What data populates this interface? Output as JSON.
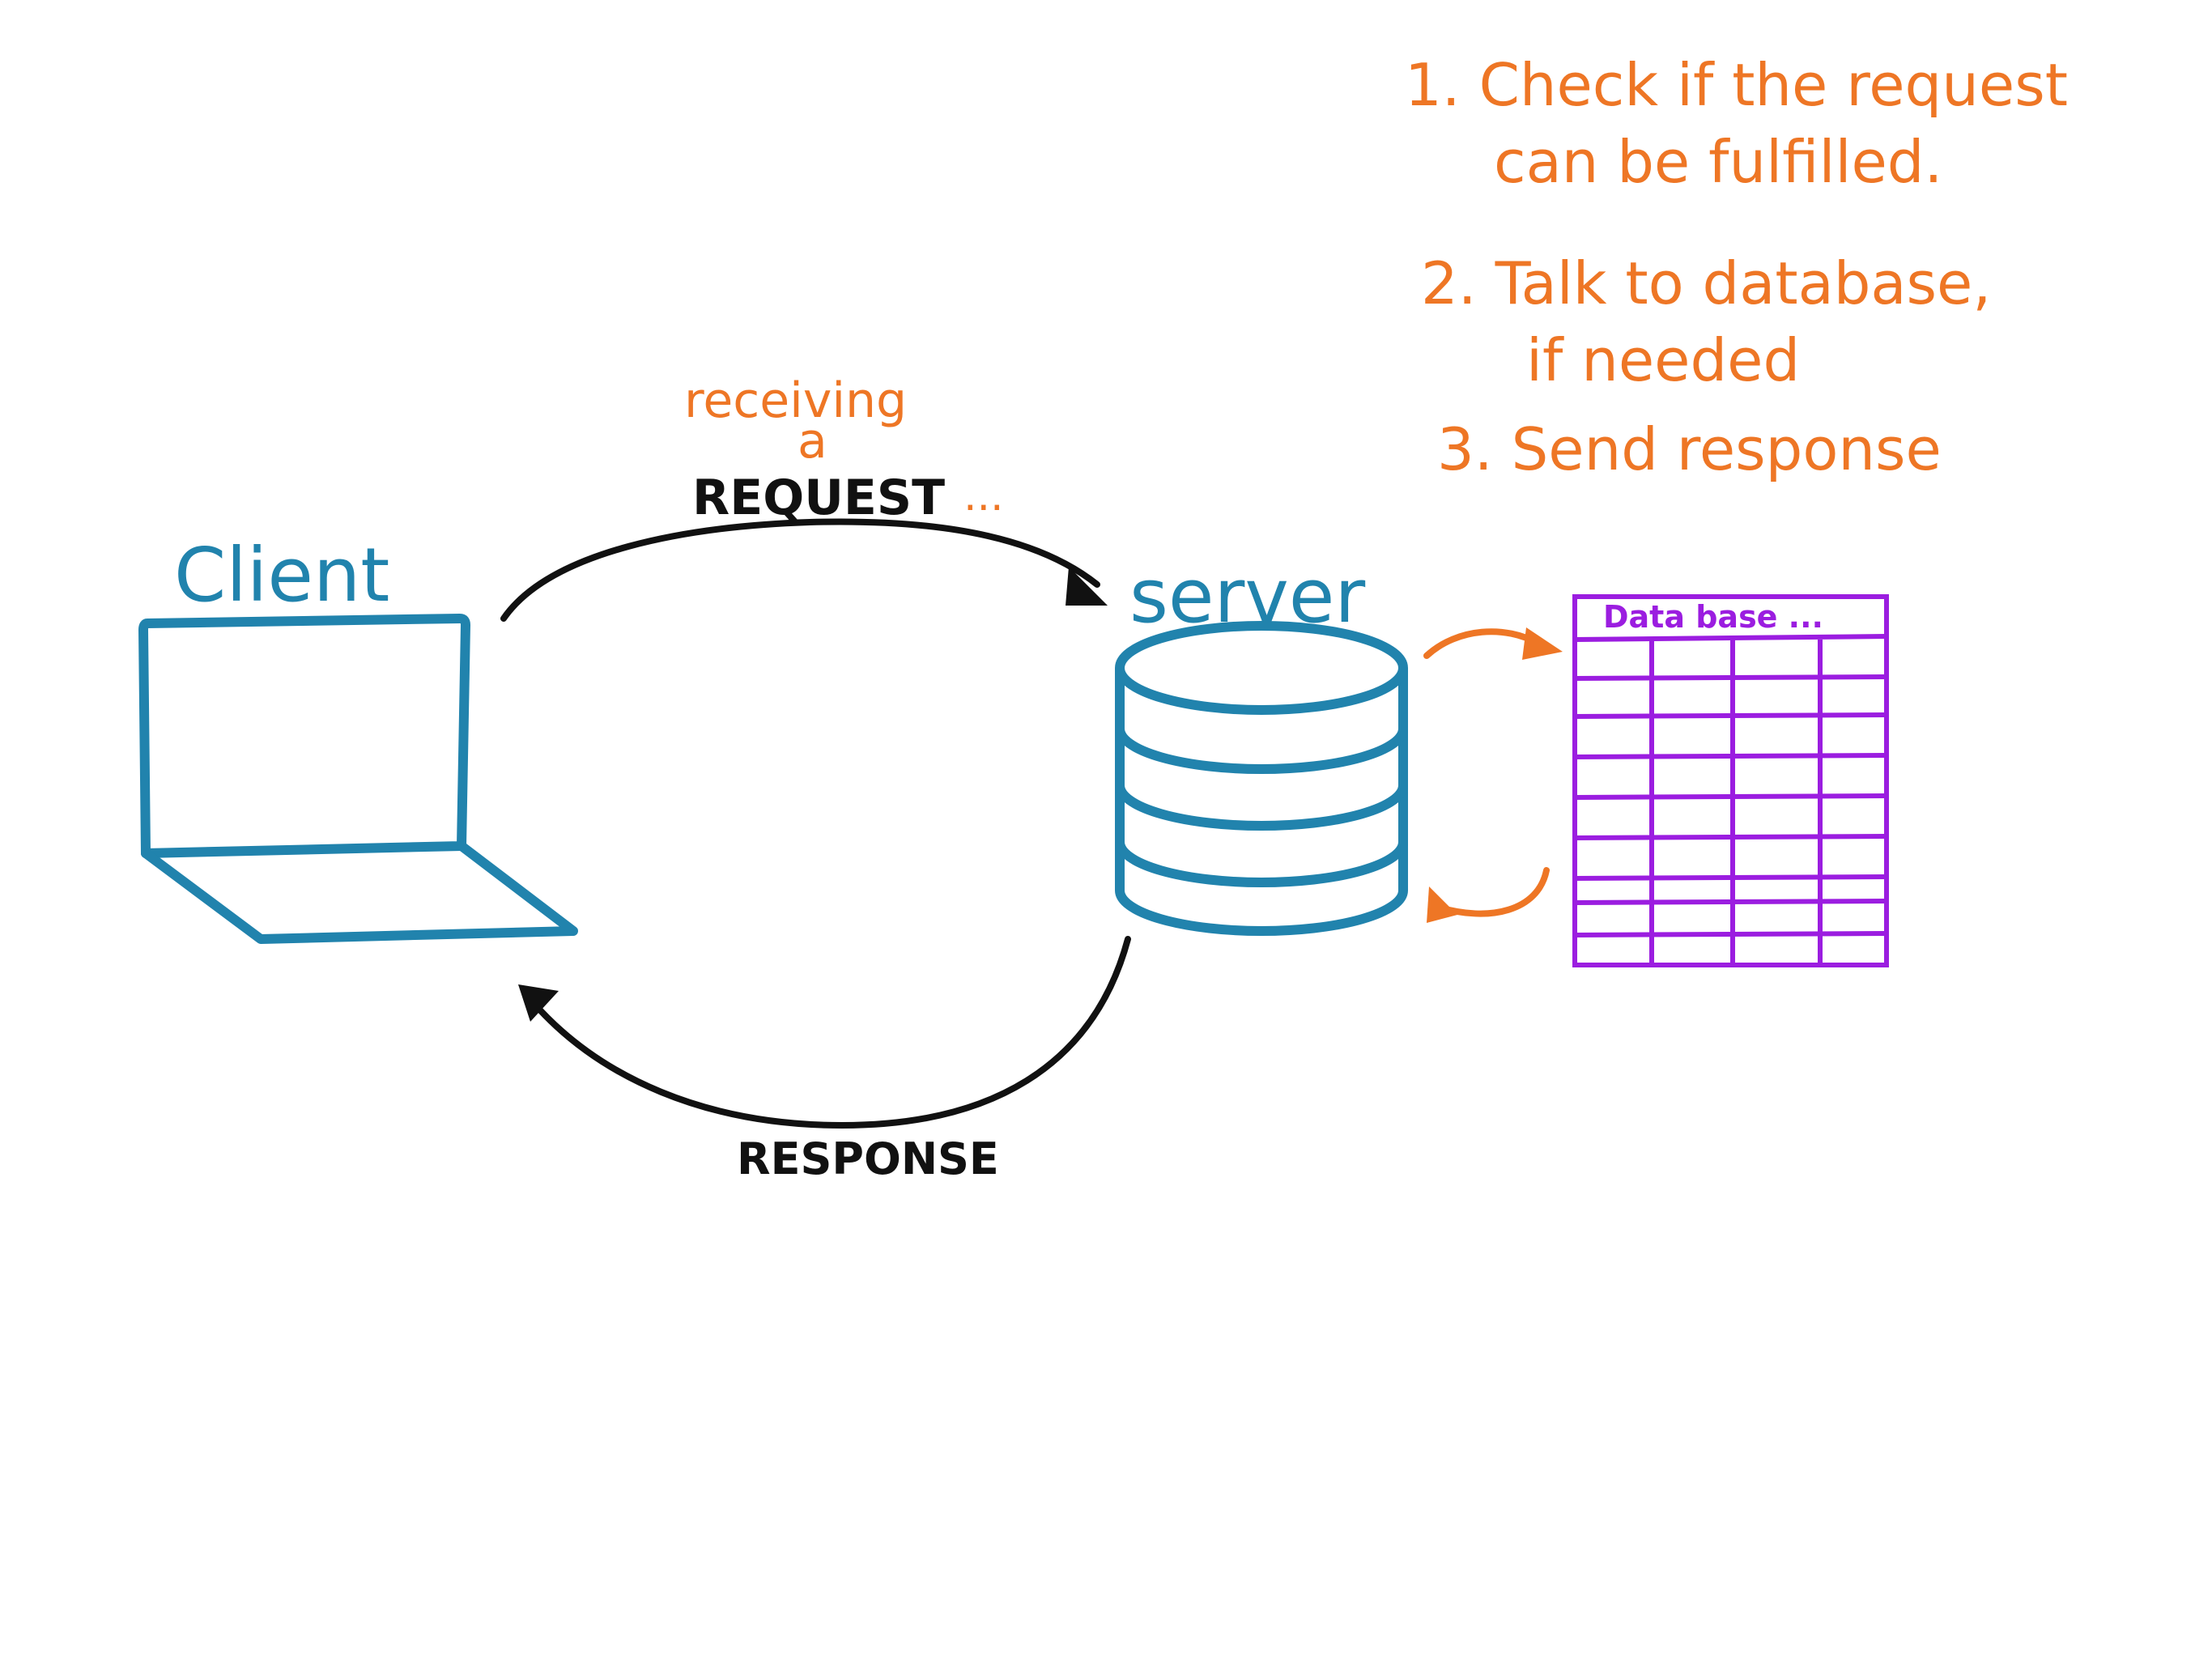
{
  "labels": {
    "client": "Client",
    "server": "server",
    "receiving": "receiving",
    "a": "a",
    "request": "REQUEST",
    "request_dots": "...",
    "response": "RESPONSE",
    "database": "Data base ..."
  },
  "steps": [
    {
      "line1": "1. Check if the request",
      "line2": "can be fulfilled."
    },
    {
      "line1": "2. Talk to database,",
      "line2": "if needed"
    },
    {
      "line1": "3. Send response",
      "line2": ""
    }
  ],
  "colors": {
    "client_blue": "#2183ad",
    "annotation_orange": "#ee7625",
    "arrow_black": "#111111",
    "database_purple": "#9b1de0"
  },
  "icons": {
    "client": "laptop-icon",
    "server": "server-stack-icon",
    "database": "table-grid-icon"
  }
}
